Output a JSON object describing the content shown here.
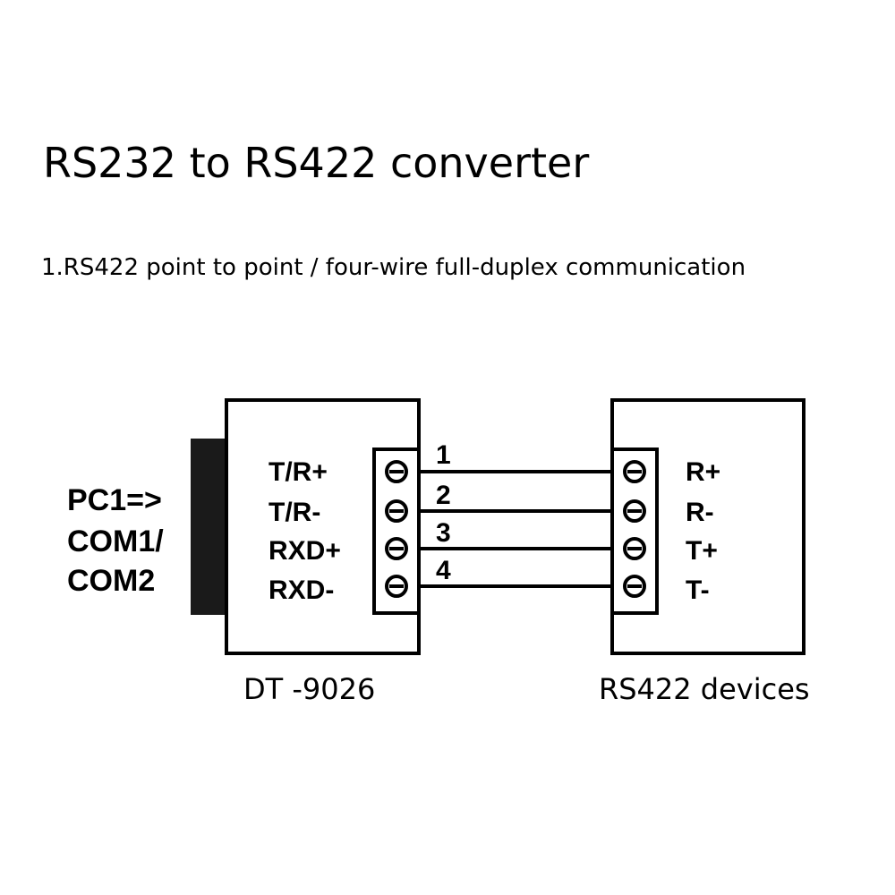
{
  "title": "RS232 to RS422 converter",
  "subtitle": "1.RS422 point to point / four-wire full-duplex communication",
  "pc_label": [
    "PC1=>",
    "COM1/",
    "COM2"
  ],
  "converter": {
    "name": "DT -9026",
    "pins": [
      "T/R+",
      "T/R-",
      "RXD+",
      "RXD-"
    ]
  },
  "wires": [
    "1",
    "2",
    "3",
    "4"
  ],
  "device": {
    "name": "RS422 devices",
    "pins": [
      "R+",
      "R-",
      "T+",
      "T-"
    ]
  }
}
